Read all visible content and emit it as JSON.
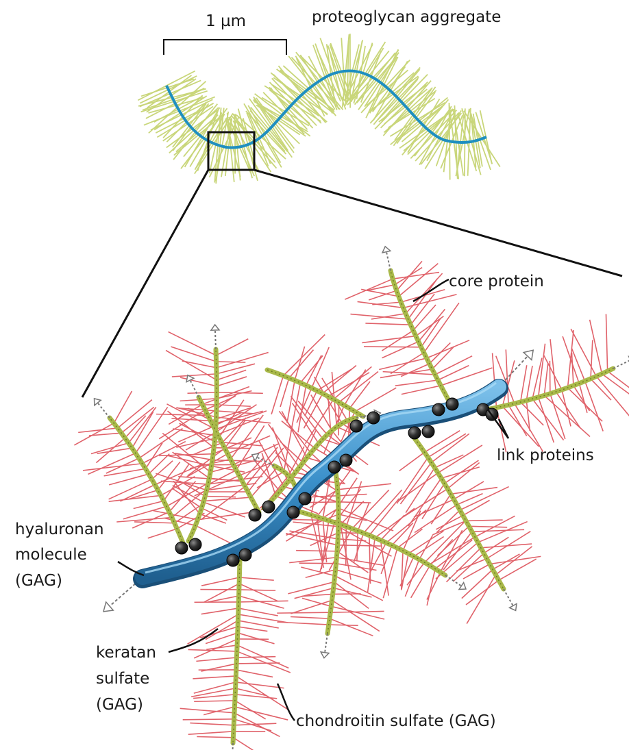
{
  "diagram": {
    "scale_bar_label": "1 µm",
    "aggregate_title": "proteoglycan aggregate",
    "labels": {
      "core_protein": "core protein",
      "link_proteins": "link proteins",
      "hyaluronan_line1": "hyaluronan",
      "hyaluronan_line2": "molecule",
      "hyaluronan_line3": "(GAG)",
      "keratan_line1": "keratan",
      "keratan_line2": "sulfate",
      "keratan_line3": "(GAG)",
      "chondroitin": "chondroitin sulfate (GAG)"
    },
    "colors": {
      "hyaluronan": "#3a8fc9",
      "hyaluronan_dark": "#1f5f8f",
      "core_protein": "#a9b94a",
      "chondroitin": "#e0626a",
      "bristle": "#c9d67a",
      "link_protein": "#2a2a2a",
      "line": "#111111"
    }
  }
}
